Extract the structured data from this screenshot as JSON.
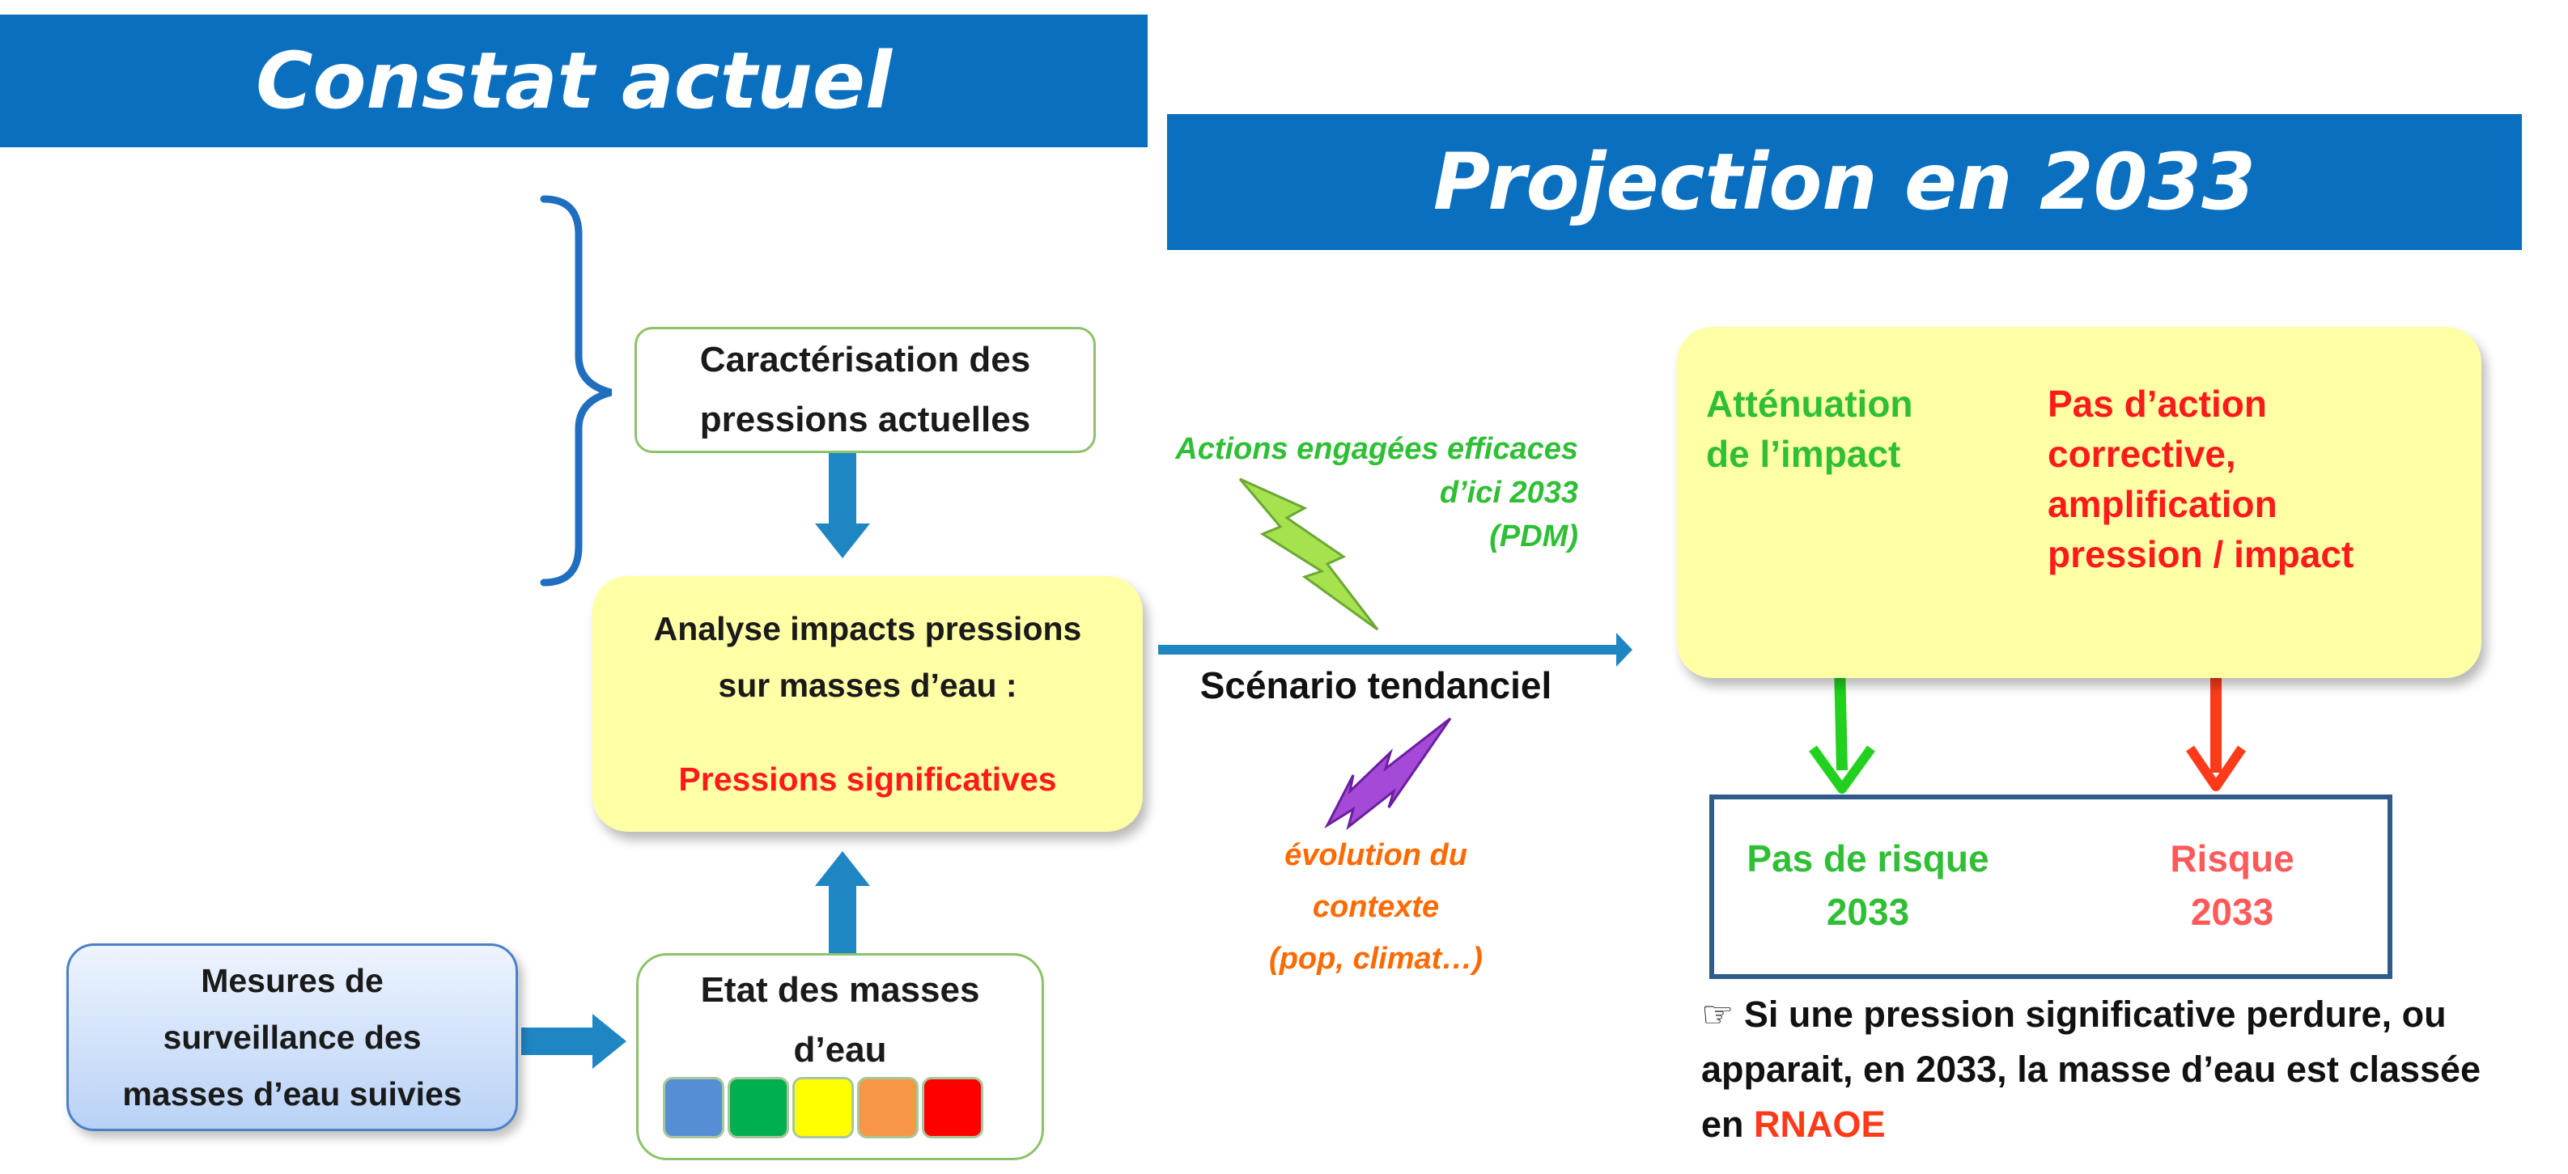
{
  "banners": {
    "current": "Constat actuel",
    "projection": "Projection en 2033"
  },
  "left": {
    "caracterisation": [
      "Caractérisation des",
      "pressions actuelles"
    ],
    "analyse": {
      "lines": [
        "Analyse impacts pressions",
        "sur masses d’eau :"
      ],
      "result": "Pressions significatives"
    },
    "etat": {
      "lines": [
        "Etat des masses",
        "d’eau"
      ],
      "status_colors": [
        "#558ed5",
        "#00b050",
        "#ffff00",
        "#f79646",
        "#ff0000"
      ]
    },
    "mesures": [
      "Mesures de",
      "surveillance des",
      "masses d’eau suivies"
    ]
  },
  "middle": {
    "scenario": "Scénario tendanciel",
    "actions": [
      "Actions engagées efficaces",
      "d’ici 2033",
      "(PDM)"
    ],
    "evolution": [
      "évolution du",
      "contexte",
      "(pop, climat…)"
    ]
  },
  "right": {
    "attenuation": [
      "Atténuation",
      "de l’impact"
    ],
    "no_action": [
      "Pas d’action",
      "corrective,",
      "amplification",
      "pression / impact"
    ],
    "no_risk": [
      "Pas de risque",
      "2033"
    ],
    "risk": [
      "Risque",
      "2033"
    ],
    "note": {
      "symbol": "☞",
      "lines": [
        "Si une pression significative perdure, ou",
        "apparait, en 2033, la masse d’eau est classée",
        "en "
      ],
      "highlight": "RNAOE"
    }
  },
  "colors": {
    "banner": "#0b6fbf",
    "arrow_blue": "#1f86c4",
    "green_text": "#2fbf35",
    "red_text": "#ff1a1a",
    "risk_text": "#ff5a5a",
    "orange_text": "#ff6a00"
  }
}
